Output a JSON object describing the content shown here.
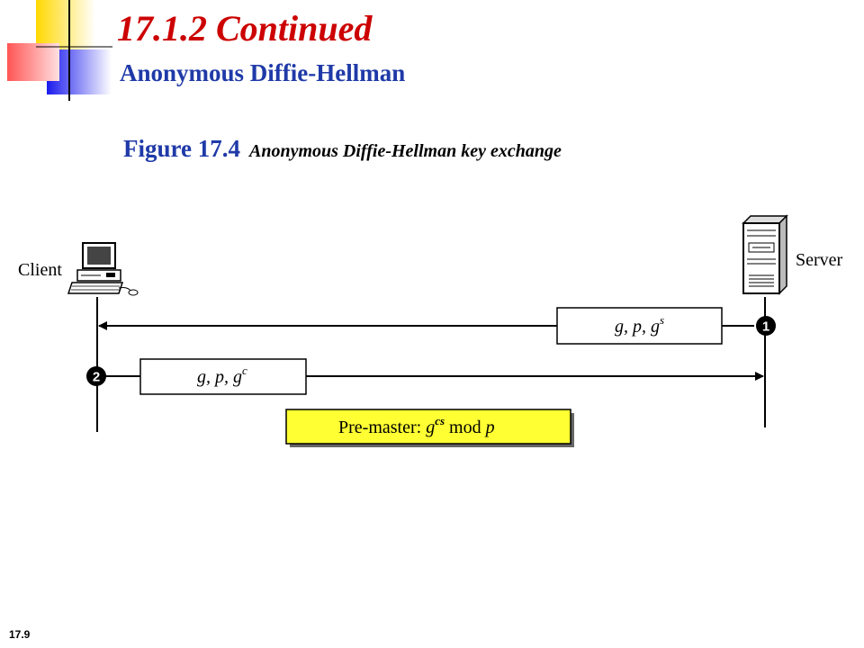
{
  "slide": {
    "title": "17.1.2  Continued",
    "subtitle": "Anonymous Diffie-Hellman",
    "figure_label": "Figure 17.4",
    "figure_description": "Anonymous Diffie-Hellman key exchange",
    "slide_number": "17.9"
  },
  "diagram": {
    "client_label": "Client",
    "server_label": "Server",
    "client_icon": "desktop-computer-icon",
    "server_icon": "server-tower-icon",
    "message_1": {
      "step": "1",
      "base": "g, p, g",
      "sup": "s",
      "direction": "server-to-client"
    },
    "message_2": {
      "step": "2",
      "base": "g, p, g",
      "sup": "c",
      "direction": "client-to-server"
    },
    "premaster": {
      "prefix": "Pre-master: ",
      "g": "g",
      "sup": "cs",
      "mod": " mod ",
      "p": "p"
    }
  },
  "colors": {
    "title": "#cc0000",
    "subtitle": "#1f3aa8",
    "premaster_fill": "#ffff33",
    "badge_fill": "#000000"
  }
}
